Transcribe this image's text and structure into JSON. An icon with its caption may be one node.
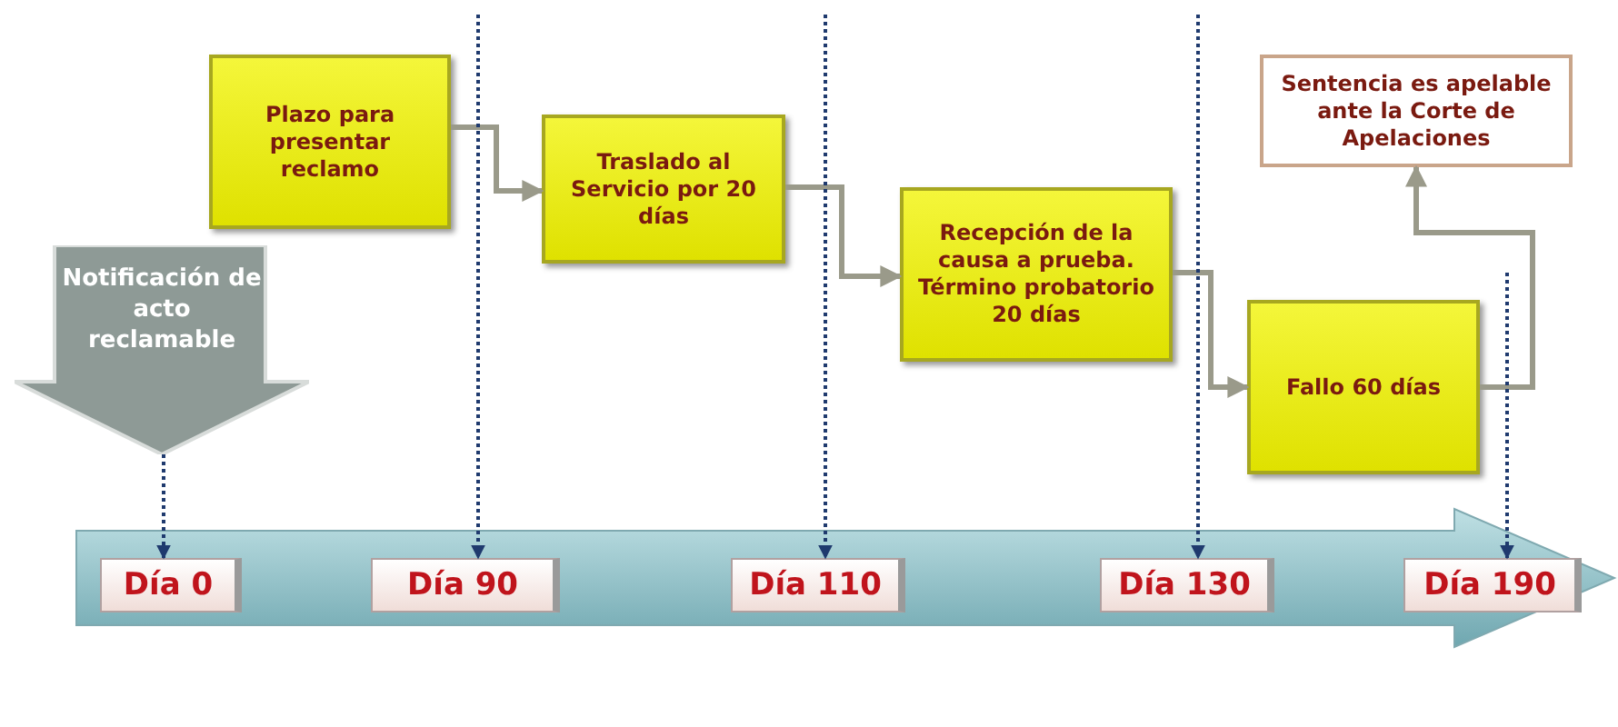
{
  "diagram": {
    "nodes": [
      {
        "text": [
          "Notificación de acto reclamable"
        ]
      },
      {
        "text": [
          "Plazo para presentar reclamo"
        ]
      },
      {
        "text": [
          "Traslado al Servicio por 20 días"
        ]
      },
      {
        "text": [
          "Recepción de la causa a prueba. Término probatorio 20 días"
        ]
      },
      {
        "text": [
          "Fallo 60 días"
        ]
      },
      {
        "text": [
          "Sentencia es apelable ante la Corte de Apelaciones"
        ]
      },
      {
        "text": [
          "Día 0"
        ]
      },
      {
        "text": [
          "Día 90"
        ]
      },
      {
        "text": [
          "Día 110"
        ]
      },
      {
        "text": [
          "Día 130"
        ]
      },
      {
        "text": [
          "Día 190"
        ]
      }
    ],
    "edges": [
      {
        "from": 1,
        "to": 2,
        "arrow": "to",
        "color": "#9a9a8a"
      },
      {
        "from": 2,
        "to": 3,
        "arrow": "to",
        "color": "#9a9a8a"
      },
      {
        "from": 3,
        "to": 4,
        "arrow": "to",
        "color": "#9a9a8a"
      },
      {
        "from": 4,
        "to": 5,
        "arrow": "to",
        "color": "#9a9a8a"
      },
      {
        "from": 0,
        "to": 6,
        "arrow": "to",
        "style": "dashed"
      },
      {
        "from": null,
        "to": 7,
        "arrow": "to",
        "style": "dashed"
      },
      {
        "from": null,
        "to": 8,
        "arrow": "to",
        "style": "dashed"
      },
      {
        "from": null,
        "to": 9,
        "arrow": "to",
        "style": "dashed"
      },
      {
        "from": null,
        "to": 10,
        "arrow": "to",
        "style": "dashed"
      }
    ]
  }
}
